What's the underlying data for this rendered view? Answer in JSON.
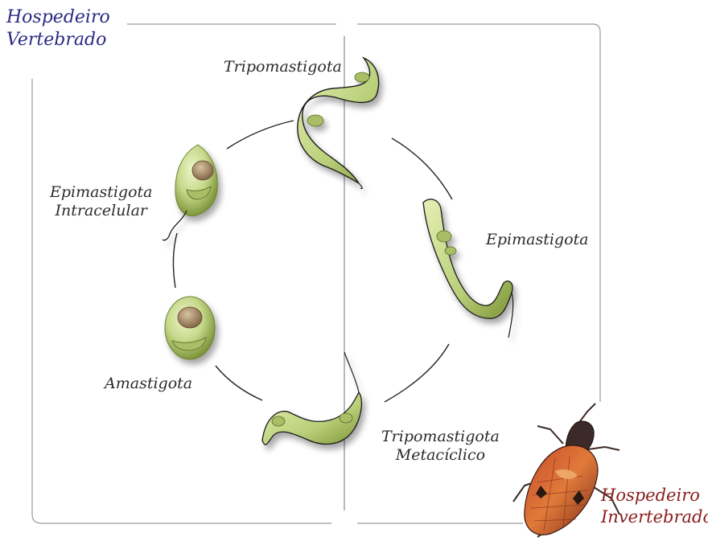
{
  "hosts": {
    "vertebrate": {
      "line1": "Hospedeiro",
      "line2": "Vertebrado",
      "color": "#2d2a86"
    },
    "invertebrate": {
      "line1": "Hospedeiro",
      "line2": "Invertebrado",
      "color": "#8a1c1c"
    }
  },
  "stages": {
    "tripomastigota": "Tripomastigota",
    "epimastigota": "Epimastigota",
    "tripomastigota_metaciclico": {
      "line1": "Tripomastigota",
      "line2": "Metacíclico"
    },
    "amastigota": "Amastigota",
    "epimastigota_intracelular": {
      "line1": "Epimastigota",
      "line2": "Intracelular"
    }
  },
  "colors": {
    "organism_fill": "#c6d88a",
    "organism_dark": "#8da34a",
    "nucleus": "#a88a5e",
    "outline": "#1f1f1f",
    "frame": "#9a9a9a"
  }
}
